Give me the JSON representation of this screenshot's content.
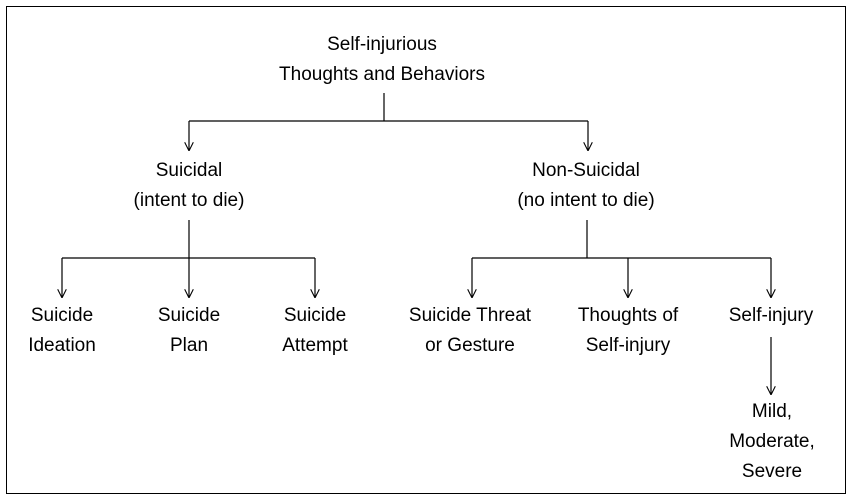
{
  "diagram": {
    "root": {
      "line1": "Self-injurious",
      "line2": "Thoughts and Behaviors"
    },
    "suicidal": {
      "line1": "Suicidal",
      "line2": "(intent to die)"
    },
    "non_suicidal": {
      "line1": "Non-Suicidal",
      "line2": "(no intent to die)"
    },
    "suicide_ideation": {
      "line1": "Suicide",
      "line2": "Ideation"
    },
    "suicide_plan": {
      "line1": "Suicide",
      "line2": "Plan"
    },
    "suicide_attempt": {
      "line1": "Suicide",
      "line2": "Attempt"
    },
    "suicide_threat": {
      "line1": "Suicide Threat",
      "line2": "or Gesture"
    },
    "thoughts_self_injury": {
      "line1": "Thoughts of",
      "line2": "Self-injury"
    },
    "self_injury": {
      "line1": "Self-injury"
    },
    "severity": {
      "line1": "Mild,",
      "line2": "Moderate,",
      "line3": "Severe"
    }
  }
}
